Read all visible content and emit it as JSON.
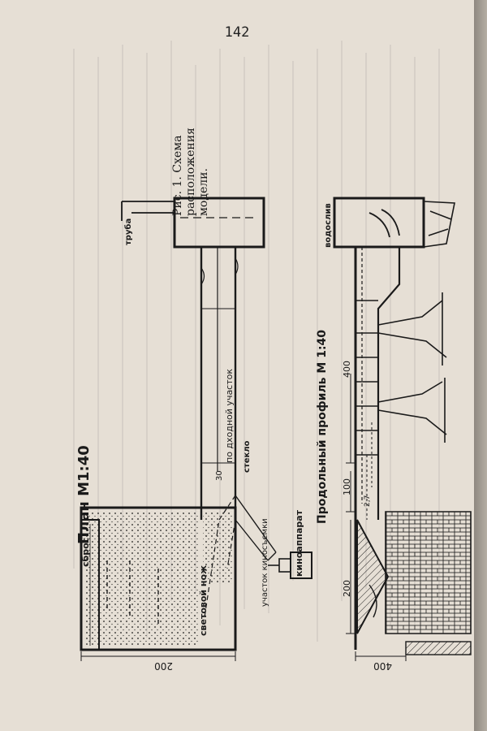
{
  "page": {
    "number": "142"
  },
  "caption": {
    "line1": "Рис. 1. Схема",
    "line2": "расположения",
    "line3": "модели."
  },
  "plan": {
    "title": "План М1:40",
    "labels": {
      "pipe": "труба",
      "approach_section": "по дходной участок",
      "glass": "стекло",
      "dim_30": "30",
      "camera": "киноаппарат",
      "filming_section": "участок киносъемки",
      "light_knife": "световой нож",
      "discharge": "сброс",
      "dim_200": "200"
    }
  },
  "profile": {
    "title": "Продольный профиль М 1:40",
    "labels": {
      "spillway": "водослив",
      "dim_400": "400",
      "dim_100": "100",
      "dim_200": "200",
      "dim_400_bottom": "400",
      "dim_27": "2,7"
    }
  },
  "colors": {
    "paper": "#e6dfd5",
    "ink": "#1a1a1a",
    "edge": "#8e8880"
  }
}
